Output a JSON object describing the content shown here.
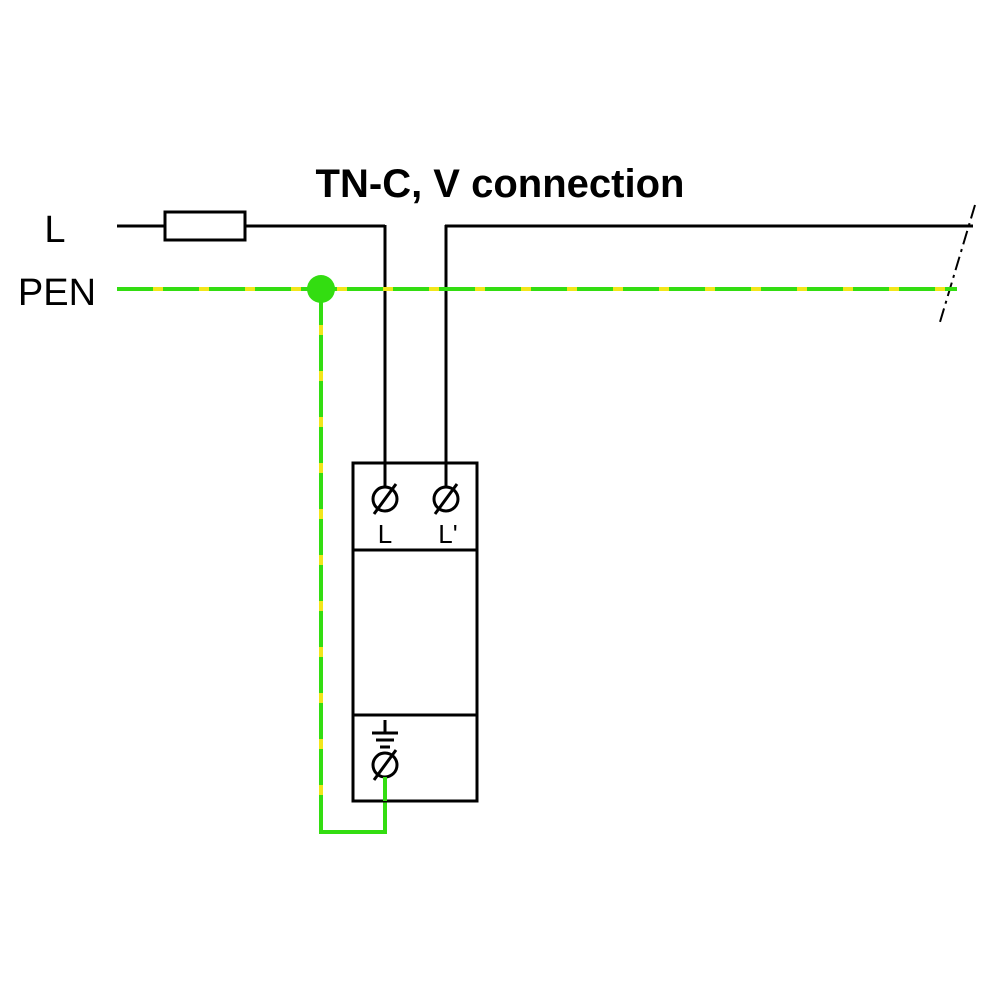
{
  "diagram": {
    "title": "TN-C, V connection",
    "conductors": {
      "line_label": "L",
      "pen_label": "PEN"
    },
    "device": {
      "terminal_left_label": "L",
      "terminal_right_label": "L'",
      "earth_terminal_icon": "earth-ground-icon",
      "screw_terminal_icon": "screw-terminal-icon"
    },
    "colors": {
      "line_wire": "#000000",
      "pen_wire_green": "#33dd11",
      "pen_wire_yellow": "#f2e61a",
      "device_outline": "#000000"
    }
  }
}
